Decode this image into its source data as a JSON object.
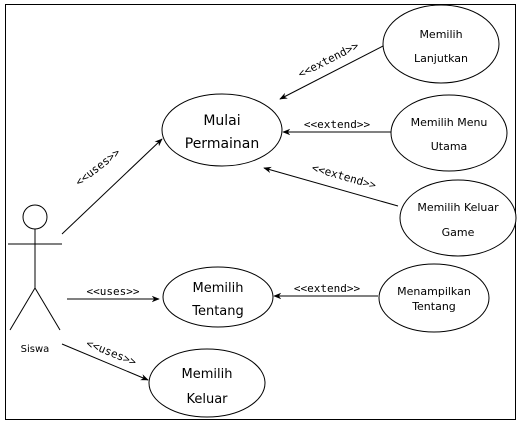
{
  "actor": {
    "name": "Siswa"
  },
  "use_cases": {
    "mulai": [
      "Mulai",
      "Permainan"
    ],
    "lanjutkan": [
      "Memilih",
      "Lanjutkan"
    ],
    "menu_utama": [
      "Memilih Menu",
      "Utama"
    ],
    "keluar_game": [
      "Memilih Keluar",
      "Game"
    ],
    "tentang": [
      "Memilih",
      "Tentang"
    ],
    "menampilkan_tentang": [
      "Menampilkan",
      "Tentang"
    ],
    "keluar": [
      "Memilih",
      "Keluar"
    ]
  },
  "relations": {
    "uses": "<<uses>>",
    "extend": "<<extend>>"
  }
}
